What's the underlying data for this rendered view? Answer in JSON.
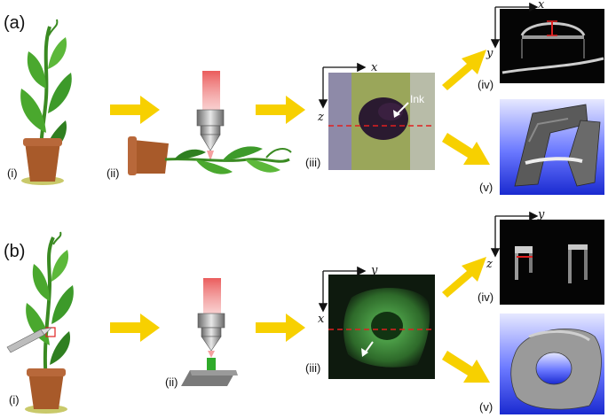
{
  "panel_a": {
    "label": "(a)",
    "sub_i": "(i)",
    "sub_ii": "(ii)",
    "sub_iii": "(iii)",
    "sub_iv": "(iv)",
    "sub_v": "(v)",
    "ink_label": "Ink",
    "axis_iii_h": "x",
    "axis_iii_v": "z",
    "axis_iv_h": "x",
    "axis_iv_v": "y"
  },
  "panel_b": {
    "label": "(b)",
    "sub_i": "(i)",
    "sub_ii": "(ii)",
    "sub_iii": "(iii)",
    "sub_iv": "(iv)",
    "sub_v": "(v)",
    "axis_iii_h": "y",
    "axis_iii_v": "x",
    "axis_iv_h": "y",
    "axis_iv_v": "z"
  },
  "colors": {
    "arrow_yellow": "#f7d000",
    "leaf_green": "#3d9a2a",
    "pot_brown": "#a85a2a",
    "laser_red": "#e03030",
    "dashed_red": "#e02020",
    "render_blue": "#1a2ad0"
  }
}
